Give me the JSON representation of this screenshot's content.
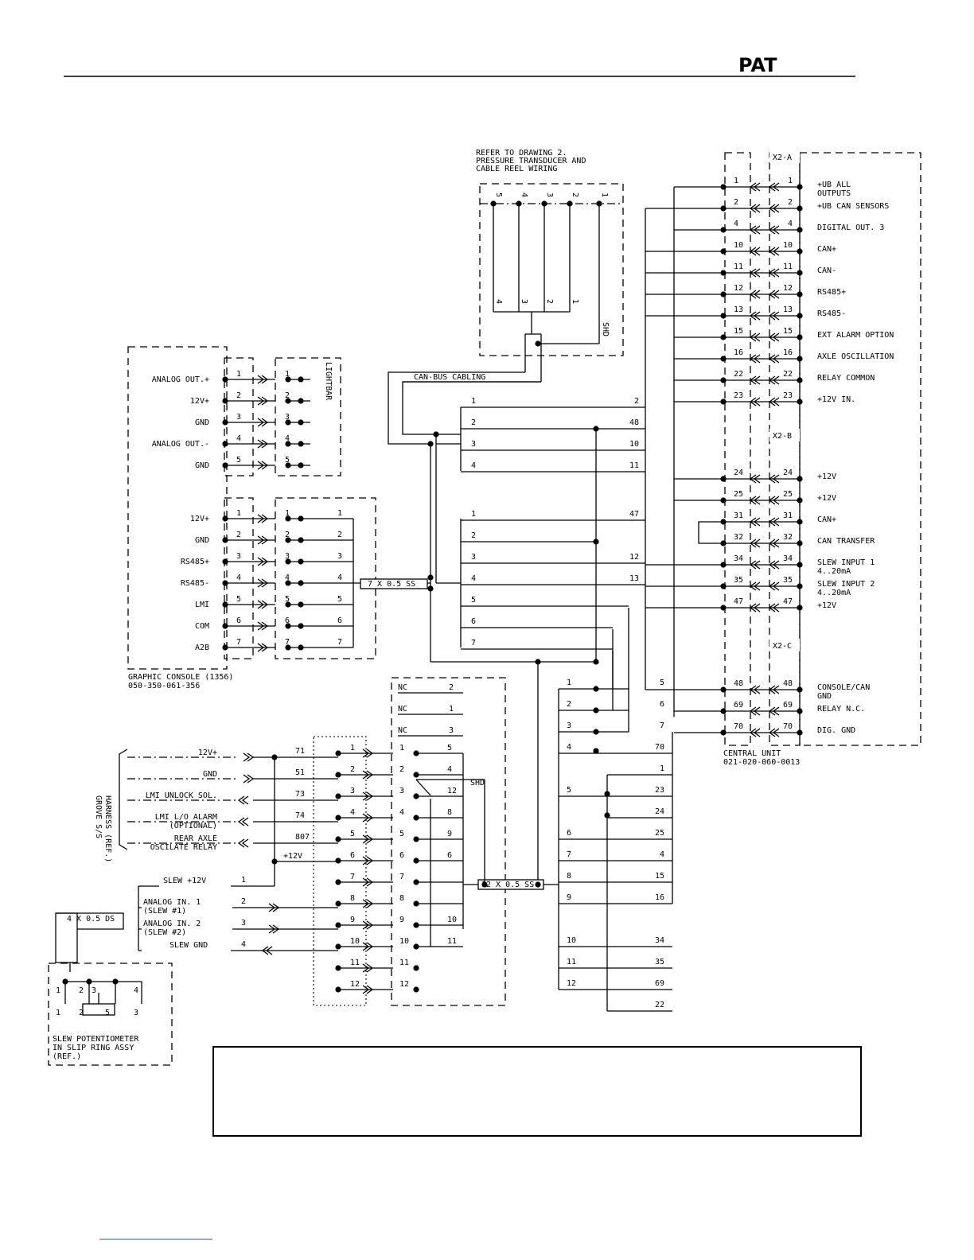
{
  "header": {
    "logo": "PAT"
  },
  "transducer": {
    "note": [
      "REFER TO DRAWING 2.",
      "PRESSURE TRANSDUCER AND",
      "CABLE REEL WIRING"
    ],
    "pins_top": [
      "5",
      "4",
      "3",
      "2",
      "1"
    ],
    "pins_bottom": [
      "4",
      "3",
      "2",
      "1"
    ],
    "shd": "SHD",
    "bus_label": "CAN-BUS CABLING"
  },
  "console": {
    "title": "GRAPHIC CONSOLE (1356)",
    "part": "050-350-061-356",
    "lightbar": "LIGHTBAR",
    "group1": [
      {
        "label": "ANALOG OUT.+",
        "pin": "1"
      },
      {
        "label": "12V+",
        "pin": "2"
      },
      {
        "label": "GND",
        "pin": "3"
      },
      {
        "label": "ANALOG OUT.-",
        "pin": "4"
      },
      {
        "label": "GND",
        "pin": "5"
      }
    ],
    "group2": [
      {
        "label": "12V+",
        "pin": "1"
      },
      {
        "label": "GND",
        "pin": "2"
      },
      {
        "label": "RS485+",
        "pin": "3"
      },
      {
        "label": "RS485-",
        "pin": "4"
      },
      {
        "label": "LMI",
        "pin": "5"
      },
      {
        "label": "COM",
        "pin": "6"
      },
      {
        "label": "A2B",
        "pin": "7"
      }
    ]
  },
  "cables": {
    "c7": "7 X 0.5 SS",
    "c12": "12 X 0.5 SS",
    "c4": "4 X 0.5 DS"
  },
  "bus_a": [
    {
      "l": "1",
      "r": "2"
    },
    {
      "l": "2",
      "r": "48"
    },
    {
      "l": "3",
      "r": "10"
    },
    {
      "l": "4",
      "r": "11"
    }
  ],
  "bus_b": [
    {
      "l": "1",
      "r": "47"
    },
    {
      "l": "2",
      "r": ""
    },
    {
      "l": "3",
      "r": "12"
    },
    {
      "l": "4",
      "r": "13"
    },
    {
      "l": "5",
      "r": ""
    },
    {
      "l": "6",
      "r": ""
    },
    {
      "l": "7",
      "r": ""
    }
  ],
  "central": {
    "title": "CENTRAL UNIT",
    "part": "021-020-060-0013",
    "sections": [
      "X2-A",
      "X2-B",
      "X2-C"
    ],
    "terms": [
      {
        "n": "1",
        "f": [
          "+UB ALL",
          "OUTPUTS"
        ]
      },
      {
        "n": "2",
        "f": [
          "+UB CAN SENSORS"
        ]
      },
      {
        "n": "4",
        "f": [
          "DIGITAL OUT. 3"
        ]
      },
      {
        "n": "10",
        "f": [
          "CAN+"
        ]
      },
      {
        "n": "11",
        "f": [
          "CAN-"
        ]
      },
      {
        "n": "12",
        "f": [
          "RS485+"
        ]
      },
      {
        "n": "13",
        "f": [
          "RS485-"
        ]
      },
      {
        "n": "15",
        "f": [
          "EXT ALARM OPTION"
        ]
      },
      {
        "n": "16",
        "f": [
          "AXLE OSCILLATION"
        ]
      },
      {
        "n": "22",
        "f": [
          "RELAY COMMON"
        ]
      },
      {
        "n": "23",
        "f": [
          "+12V IN."
        ]
      },
      {
        "n": "24",
        "f": [
          "+12V"
        ]
      },
      {
        "n": "25",
        "f": [
          "+12V"
        ]
      },
      {
        "n": "31",
        "f": [
          "CAN+"
        ]
      },
      {
        "n": "32",
        "f": [
          "CAN TRANSFER"
        ]
      },
      {
        "n": "34",
        "f": [
          "SLEW INPUT 1",
          "4..20mA"
        ]
      },
      {
        "n": "35",
        "f": [
          "SLEW INPUT 2",
          "4..20mA"
        ]
      },
      {
        "n": "47",
        "f": [
          "+12V"
        ]
      },
      {
        "n": "48",
        "f": [
          "CONSOLE/CAN",
          "GND"
        ]
      },
      {
        "n": "69",
        "f": [
          "RELAY N.C."
        ]
      },
      {
        "n": "70",
        "f": [
          "DIG. GND"
        ]
      }
    ]
  },
  "nc_block": [
    {
      "l": "NC",
      "r": "2"
    },
    {
      "l": "NC",
      "r": "1"
    },
    {
      "l": "NC",
      "r": "3"
    }
  ],
  "cable12_rows": [
    {
      "l": "1",
      "r": "5"
    },
    {
      "l": "2",
      "r": "6"
    },
    {
      "l": "3",
      "r": "7"
    },
    {
      "l": "4",
      "r": "70"
    },
    {
      "l": "",
      "r": "1"
    },
    {
      "l": "5",
      "r": "23"
    },
    {
      "l": "",
      "r": "24"
    },
    {
      "l": "6",
      "r": "25"
    },
    {
      "l": "7",
      "r": "4"
    },
    {
      "l": "8",
      "r": "15"
    },
    {
      "l": "9",
      "r": "16"
    },
    {
      "l": "10",
      "r": "34"
    },
    {
      "l": "11",
      "r": "35"
    },
    {
      "l": "12",
      "r": "69"
    },
    {
      "l": "",
      "r": "22"
    }
  ],
  "harness": {
    "label": [
      "GROVE S/S",
      "HARNESS (REF.)"
    ],
    "rows": [
      {
        "f": [
          "12V+"
        ],
        "w": "71"
      },
      {
        "f": [
          "GND"
        ],
        "w": "51"
      },
      {
        "f": [
          "LMI UNLOCK SOL."
        ],
        "w": "73"
      },
      {
        "f": [
          "LMI L/O ALARM",
          "(OPTIONAL)"
        ],
        "w": "74"
      },
      {
        "f": [
          "REAR AXLE",
          "OSCILATE RELAY"
        ],
        "w": "807"
      }
    ],
    "plus12": "+12V"
  },
  "connector_pins": [
    "1",
    "2",
    "3",
    "4",
    "5",
    "6",
    "7",
    "8",
    "9",
    "10",
    "11",
    "12"
  ],
  "conn_right": [
    "5",
    "4",
    "12",
    "8",
    "9",
    "6",
    "",
    "",
    "10",
    "11",
    "",
    ""
  ],
  "shd2": "SHD",
  "slew": {
    "rows": [
      {
        "f": [
          "SLEW +12V"
        ],
        "w": "1"
      },
      {
        "f": [
          "ANALOG IN. 1",
          "(SLEW #1)"
        ],
        "w": "2"
      },
      {
        "f": [
          "ANALOG IN. 2",
          "(SLEW #2)"
        ],
        "w": "3"
      },
      {
        "f": [
          "SLEW GND"
        ],
        "w": "4"
      }
    ],
    "pot_top": [
      "1",
      "2",
      "3",
      "4"
    ],
    "pot_bottom": [
      "1",
      "2",
      "5",
      "3"
    ],
    "caption": [
      "SLEW POTENTIOMETER",
      "IN SLIP RING ASSY",
      "(REF.)"
    ]
  }
}
